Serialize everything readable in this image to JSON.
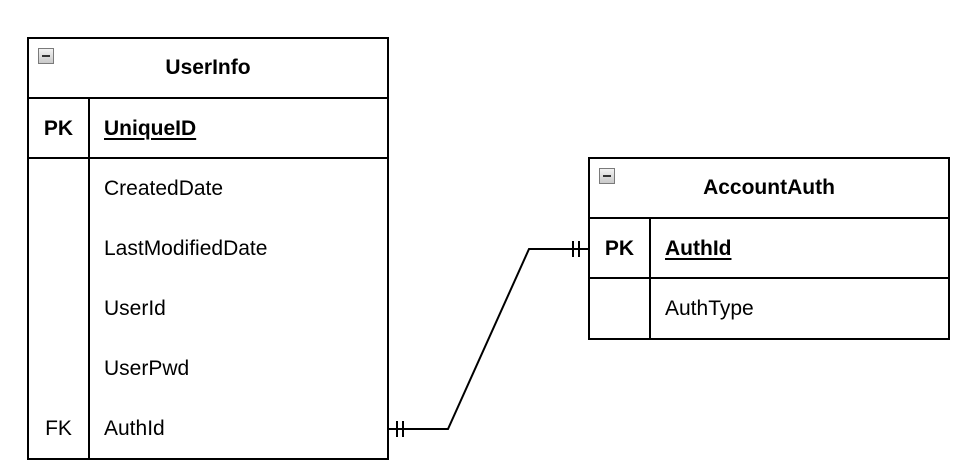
{
  "entities": {
    "userinfo": {
      "title": "UserInfo",
      "pk": {
        "key": "PK",
        "name": "UniqueID"
      },
      "fields": [
        {
          "key": "",
          "name": "CreatedDate"
        },
        {
          "key": "",
          "name": "LastModifiedDate"
        },
        {
          "key": "",
          "name": "UserId"
        },
        {
          "key": "",
          "name": "UserPwd"
        },
        {
          "key": "FK",
          "name": "AuthId"
        }
      ]
    },
    "accountauth": {
      "title": "AccountAuth",
      "pk": {
        "key": "PK",
        "name": "AuthId"
      },
      "fields": [
        {
          "key": "",
          "name": "AuthType"
        }
      ]
    }
  },
  "relationship": {
    "from": "UserInfo.AuthId",
    "to": "AccountAuth.AuthId",
    "from_end": "one-and-only-one",
    "to_end": "one-and-only-one"
  }
}
